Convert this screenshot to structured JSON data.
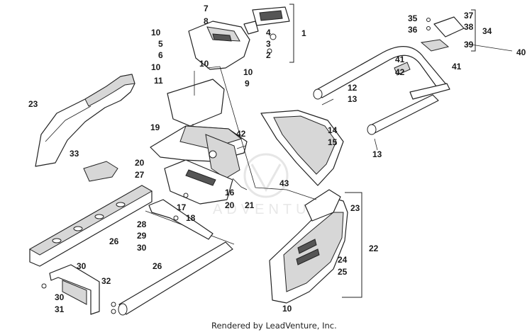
{
  "callouts": [
    "1",
    "2",
    "3",
    "4",
    "5",
    "6",
    "7",
    "8",
    "9",
    "10",
    "10",
    "10",
    "10",
    "10",
    "11",
    "12",
    "13",
    "13",
    "14",
    "15",
    "16",
    "17",
    "18",
    "19",
    "20",
    "20",
    "21",
    "22",
    "23",
    "23",
    "24",
    "25",
    "26",
    "26",
    "27",
    "28",
    "29",
    "30",
    "30",
    "30",
    "31",
    "32",
    "33",
    "34",
    "35",
    "36",
    "37",
    "38",
    "39",
    "40",
    "41",
    "41",
    "42",
    "42",
    "43"
  ],
  "watermark": "ADVENTURE",
  "footer": "Rendered by LeadVenture, Inc."
}
